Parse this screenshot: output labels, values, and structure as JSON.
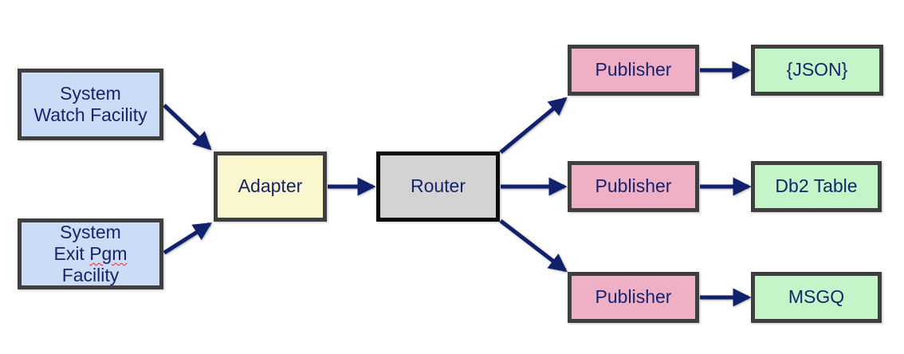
{
  "diagram": {
    "nodes": {
      "watch": {
        "lines": [
          "System",
          "Watch Facility"
        ]
      },
      "exit": {
        "line1": "System",
        "line2_prefix": "Exit",
        "line2_word": "Pgm",
        "line3": "Facility"
      },
      "adapter": {
        "label": "Adapter"
      },
      "router": {
        "label": "Router"
      },
      "publisher_top": {
        "label": "Publisher"
      },
      "publisher_mid": {
        "label": "Publisher"
      },
      "publisher_bottom": {
        "label": "Publisher"
      },
      "json_out": {
        "label": "{JSON}"
      },
      "db2_out": {
        "label": "Db2 Table"
      },
      "msgq_out": {
        "label": "MSGQ"
      }
    },
    "colors": {
      "node-blue": "#cbdcf7",
      "node-yellow": "#faf6ce",
      "node-gray": "#d3d3d3",
      "node-pink": "#efafc5",
      "node-green": "#c4f5c9",
      "border-dark": "#3f3f3f",
      "border-black": "#0a0a0a",
      "text-navy": "#16246d",
      "arrow-navy": "#12216b",
      "misspell-red": "#e03131"
    }
  }
}
